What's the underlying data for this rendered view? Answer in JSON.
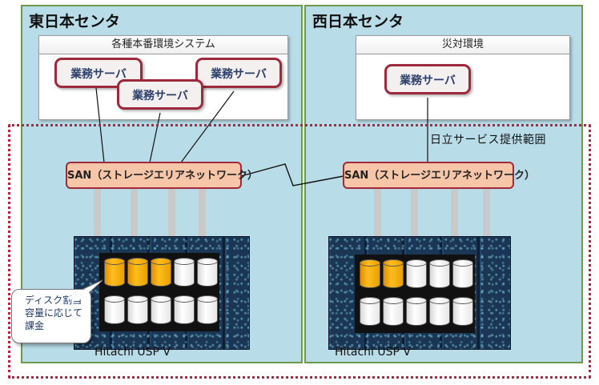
{
  "east": {
    "title": "東日本センタ",
    "system_box_label": "各種本番環境システム",
    "servers": [
      "業務サーバ",
      "業務サーバ",
      "業務サーバ"
    ],
    "san_label": "SAN（ストレージエリアネットワーク）",
    "storage_label": "Hitachi USP V"
  },
  "west": {
    "title": "西日本センタ",
    "system_box_label": "災対環境",
    "servers": [
      "業務サーバ"
    ],
    "san_label": "SAN（ストレージエリアネットワーク）",
    "storage_label": "Hitachi USP V"
  },
  "service_scope_label": "日立サービス提供範囲",
  "callout": {
    "lines": [
      "ディスク割当",
      "容量に応じて",
      "課金"
    ]
  },
  "colors": {
    "center_panel": "#b9dde8",
    "server_border": "#9c2a3c",
    "san_fill": "#f7c6a8",
    "allocated_disk": "#ffbe1e",
    "service_boundary": "#b3233a"
  },
  "disks": {
    "east_allocated_top_row": 3,
    "west_allocated_top_row": 2,
    "columns": 5,
    "rows": 2
  }
}
